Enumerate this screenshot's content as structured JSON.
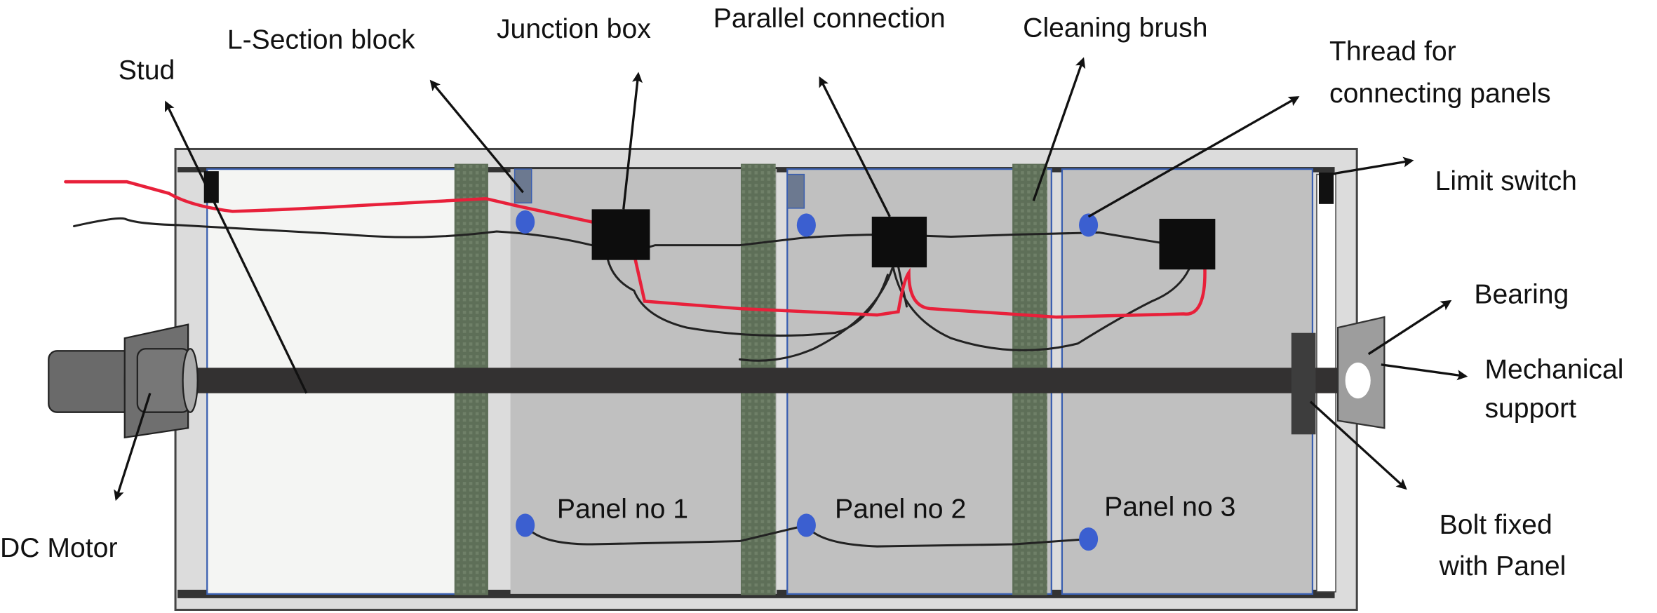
{
  "labels": {
    "stud": "Stud",
    "l_section_block": "L-Section block",
    "junction_box": "Junction box",
    "parallel_connection": "Parallel connection",
    "cleaning_brush": "Cleaning brush",
    "thread_line1": "Thread for",
    "thread_line2": "connecting panels",
    "limit_switch": "Limit switch",
    "bearing": "Bearing",
    "mechanical_line1": "Mechanical",
    "mechanical_line2": "support",
    "bolt_line1": "Bolt fixed",
    "bolt_line2": "with Panel",
    "dc_motor": "DC Motor",
    "panel1": "Panel no 1",
    "panel2": "Panel no 2",
    "panel3": "Panel no 3"
  },
  "colors": {
    "panel": "#c0c0c0",
    "brush": "#5e6f58",
    "shaft": "#333131",
    "red_wire": "#e8203a",
    "blue_dot": "#3b5fd0",
    "junction_box": "#0d0d0d"
  }
}
